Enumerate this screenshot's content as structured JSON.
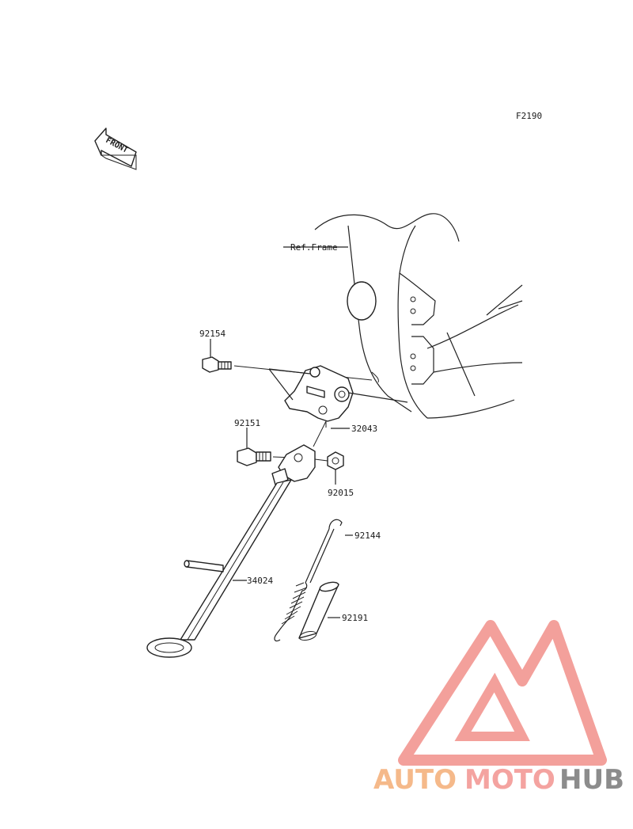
{
  "diagram_code": "F2190",
  "front_label": "FRONT",
  "ref_frame_label": "Ref.Frame",
  "parts": [
    {
      "number": "92154"
    },
    {
      "number": "32043"
    },
    {
      "number": "92151"
    },
    {
      "number": "92015"
    },
    {
      "number": "92144"
    },
    {
      "number": "34024"
    },
    {
      "number": "92191"
    }
  ],
  "watermark": {
    "part1": "AUTO",
    "part2": "MOTO",
    "part3": "HUB",
    "color_orange": "#f5b98a",
    "color_red": "#f4a3a0",
    "color_gray": "#8c8c8c",
    "logo_color": "#f3a09b"
  }
}
